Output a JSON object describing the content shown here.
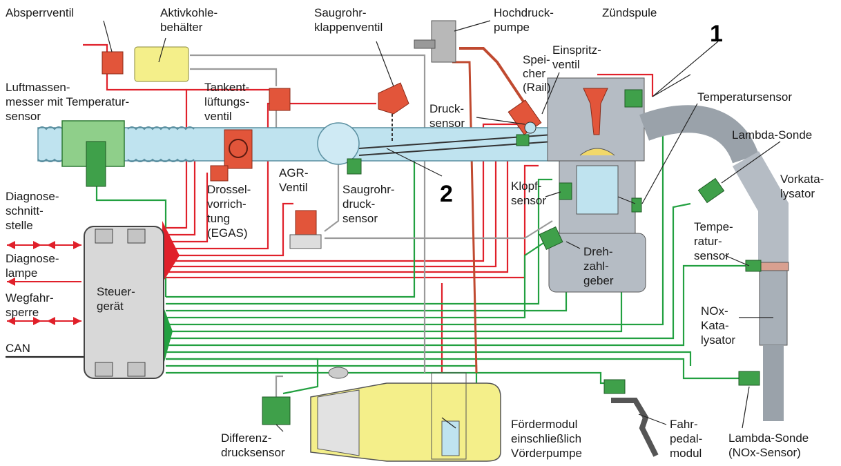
{
  "labels": {
    "absperrventil": "Absperrventil",
    "aktivkohle_1": "Aktivkohle-",
    "aktivkohle_2": "behälter",
    "saugrohrklappe_1": "Saugrohr-",
    "saugrohrklappe_2": "klappenventil",
    "hochdruck_1": "Hochdruck-",
    "hochdruck_2": "pumpe",
    "zuendspule": "Zündspule",
    "luftmassen_1": "Luftmassen-",
    "luftmassen_2": "messer mit Temperatur-",
    "luftmassen_3": "sensor",
    "tankent_1": "Tankent-",
    "tankent_2": "lüftungs-",
    "tankent_3": "ventil",
    "speicher_1": "Spei-",
    "speicher_2": "cher",
    "speicher_3": "(Rail)",
    "einspritz_1": "Einspritz-",
    "einspritz_2": "ventil",
    "druck_1": "Druck-",
    "druck_2": "sensor",
    "temp_top": "Temperatursensor",
    "lambda_top": "Lambda-Sonde",
    "vorkat_1": "Vorkata-",
    "vorkat_2": "lysator",
    "drossel_1": "Drossel-",
    "drossel_2": "vorrich-",
    "drossel_3": "tung",
    "drossel_4": "(EGAS)",
    "agr_1": "AGR-",
    "agr_2": "Ventil",
    "saugdruck_1": "Saugrohr-",
    "saugdruck_2": "druck-",
    "saugdruck_3": "sensor",
    "klopf_1": "Klopf-",
    "klopf_2": "sensor",
    "diag_st_1": "Diagnose-",
    "diag_st_2": "schnitt-",
    "diag_st_3": "stelle",
    "diag_lampe_1": "Diagnose-",
    "diag_lampe_2": "lampe",
    "wegfahr_1": "Wegfahr-",
    "wegfahr_2": "sperre",
    "can": "CAN",
    "steuer_1": "Steuer-",
    "steuer_2": "gerät",
    "dreh_1": "Dreh-",
    "dreh_2": "zahl-",
    "dreh_3": "geber",
    "temp_low_1": "Tempe-",
    "temp_low_2": "ratur-",
    "temp_low_3": "sensor",
    "nox_kat_1": "NOx-",
    "nox_kat_2": "Kata-",
    "nox_kat_3": "lysator",
    "differenz_1": "Differenz-",
    "differenz_2": "drucksensor",
    "foerder_1": "Fördermodul",
    "foerder_2": "einschließlich",
    "foerder_3": "Vörderpumpe",
    "fahrpedal_1": "Fahr-",
    "fahrpedal_2": "pedal-",
    "fahrpedal_3": "modul",
    "lambda_low_1": "Lambda-Sonde",
    "lambda_low_2": "(NOx-Sensor)",
    "num1": "1",
    "num2": "2"
  },
  "colors": {
    "signal_in": "#22a040",
    "signal_out": "#e0202a",
    "component_red": "#e2553a",
    "component_green": "#3fa04a",
    "intake_blue": "#bfe3ef",
    "tank_yellow": "#f4ef8a",
    "ecu_gray": "#d8d8d8"
  }
}
